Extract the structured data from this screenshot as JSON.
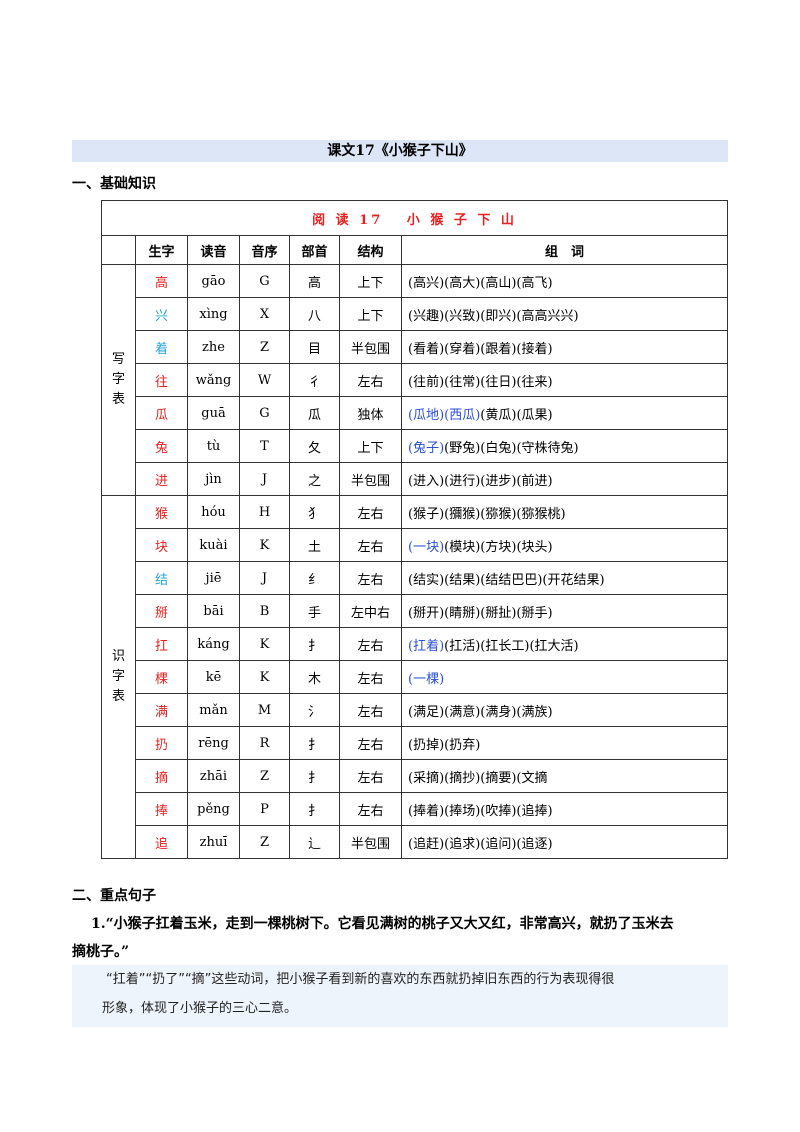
{
  "page_title": "课文17《小猴子下山》",
  "section1": "一、基础知识",
  "table_title": "阅 读 17　 小 猴 子 下 山",
  "columns": [
    "生字",
    "读音",
    "音序",
    "部首",
    "结构",
    "组　词"
  ],
  "categories": {
    "write": [
      "写",
      "字",
      "表"
    ],
    "read": [
      "识",
      "字",
      "表"
    ]
  },
  "write_rows": [
    {
      "char": "高",
      "char_color": "red",
      "pinyin": "gāo",
      "order": "G",
      "radical": "高",
      "structure": "上下",
      "words_blue": "",
      "words": "(高兴)(高大)(高山)(高飞)"
    },
    {
      "char": "兴",
      "char_color": "blue",
      "pinyin": "xìng",
      "order": "X",
      "radical": "八",
      "structure": "上下",
      "words_blue": "",
      "words": "(兴趣)(兴致)(即兴)(高高兴兴)"
    },
    {
      "char": "着",
      "char_color": "blue",
      "pinyin": "zhe",
      "order": "Z",
      "radical": "目",
      "structure": "半包围",
      "words_blue": "",
      "words": "(看着)(穿着)(跟着)(接着)"
    },
    {
      "char": "往",
      "char_color": "red",
      "pinyin": "wǎng",
      "order": "W",
      "radical": "彳",
      "structure": "左右",
      "words_blue": "",
      "words": "(往前)(往常)(往日)(往来)"
    },
    {
      "char": "瓜",
      "char_color": "red",
      "pinyin": "guā",
      "order": "G",
      "radical": "瓜",
      "structure": "独体",
      "words_blue": "(瓜地)(西瓜)",
      "words": "(黄瓜)(瓜果)"
    },
    {
      "char": "兔",
      "char_color": "red",
      "pinyin": "tù",
      "order": "T",
      "radical": "夂",
      "structure": "上下",
      "words_blue": "(兔子)",
      "words": "(野兔)(白兔)(守株待兔)"
    },
    {
      "char": "进",
      "char_color": "red",
      "pinyin": "jìn",
      "order": "J",
      "radical": "之",
      "structure": "半包围",
      "words_blue": "",
      "words": "(进入)(进行)(进步)(前进)"
    }
  ],
  "read_rows": [
    {
      "char": "猴",
      "char_color": "red",
      "pinyin": "hóu",
      "order": "H",
      "radical": "犭",
      "structure": "左右",
      "words_blue": "",
      "words": "(猴子)(獼猴)(猕猴)(猕猴桃)"
    },
    {
      "char": "块",
      "char_color": "red",
      "pinyin": "kuài",
      "order": "K",
      "radical": "土",
      "structure": "左右",
      "words_blue": "(一块)",
      "words": "(模块)(方块)(块头)"
    },
    {
      "char": "结",
      "char_color": "blue",
      "pinyin": "jiē",
      "order": "J",
      "radical": "纟",
      "structure": "左右",
      "words_blue": "",
      "words": "(结实)(结果)(结结巴巴)(开花结果)"
    },
    {
      "char": "掰",
      "char_color": "red",
      "pinyin": "bāi",
      "order": "B",
      "radical": "手",
      "structure": "左中右",
      "words_blue": "",
      "words": "(掰开)(睛掰)(掰扯)(掰手)"
    },
    {
      "char": "扛",
      "char_color": "red",
      "pinyin": "káng",
      "order": "K",
      "radical": "扌",
      "structure": "左右",
      "words_blue": "(扛着)",
      "words": "(扛活)(扛长工)(扛大活)"
    },
    {
      "char": "棵",
      "char_color": "red",
      "pinyin": "kē",
      "order": "K",
      "radical": "木",
      "structure": "左右",
      "words_blue": "(一棵)",
      "words": ""
    },
    {
      "char": "满",
      "char_color": "red",
      "pinyin": "mǎn",
      "order": "M",
      "radical": "氵",
      "structure": "左右",
      "words_blue": "",
      "words": "(满足)(满意)(满身)(满族)"
    },
    {
      "char": "扔",
      "char_color": "red",
      "pinyin": "rēng",
      "order": "R",
      "radical": "扌",
      "structure": "左右",
      "words_blue": "",
      "words": "(扔掉)(扔弃)"
    },
    {
      "char": "摘",
      "char_color": "red",
      "pinyin": "zhāi",
      "order": "Z",
      "radical": "扌",
      "structure": "左右",
      "words_blue": "",
      "words": "(采摘)(摘抄)(摘要)(文摘"
    },
    {
      "char": "捧",
      "char_color": "red",
      "pinyin": "pěng",
      "order": "P",
      "radical": "扌",
      "structure": "左右",
      "words_blue": "",
      "words": "(捧着)(捧场)(吹捧)(追捧)"
    },
    {
      "char": "追",
      "char_color": "red",
      "pinyin": "zhuī",
      "order": "Z",
      "radical": "辶",
      "structure": "半包围",
      "words_blue": "",
      "words": "(追赶)(追求)(追问)(追逐)"
    }
  ],
  "section2": "二、重点句子",
  "sentence_line1": "1.“小猴子扛着玉米，走到一棵桃树下。它看见满树的桃子又大又红，非常高兴，就扔了玉米去",
  "sentence_line2": "摘桃子。”",
  "note_line1": "“扛着”“扔了”“摘”这些动词，把小猴子看到新的喜欢的东西就扔掉旧东西的行为表现得很",
  "note_line2": "形象，体现了小猴子的三心二意。",
  "colors": {
    "red": "#e52222",
    "blue": "#2aa3d6",
    "word_blue": "#2a4fd6",
    "title_bg": "#dce6f7",
    "note_bg": "#eef4fb"
  }
}
